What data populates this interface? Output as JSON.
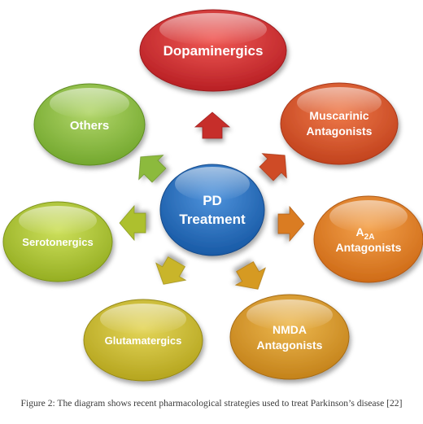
{
  "center": {
    "line1": "PD",
    "line2": "Treatment"
  },
  "nodes": {
    "dopaminergics": {
      "label": "Dopaminergics"
    },
    "muscarinic": {
      "line1": "Muscarinic",
      "line2": "Antagonists"
    },
    "a2a": {
      "main": "A",
      "sub": "2A",
      "line2": "Antagonists"
    },
    "nmda": {
      "line1": "NMDA",
      "line2": "Antagonists"
    },
    "glutamatergics": {
      "label": "Glutamatergics"
    },
    "serotonergics": {
      "label": "Serotonergics"
    },
    "others": {
      "label": "Others"
    }
  },
  "colors": {
    "red": "#c8252b",
    "orange_red": "#cf4a22",
    "orange": "#d9781f",
    "amber": "#d3901e",
    "yellow_olive": "#c4b626",
    "yellow_green": "#a7be2b",
    "green": "#86b83a",
    "blue": "#1f67b8"
  },
  "caption": "Figure 2: The diagram shows recent pharmacological strategies used to treat Parkinson’s disease [22]"
}
